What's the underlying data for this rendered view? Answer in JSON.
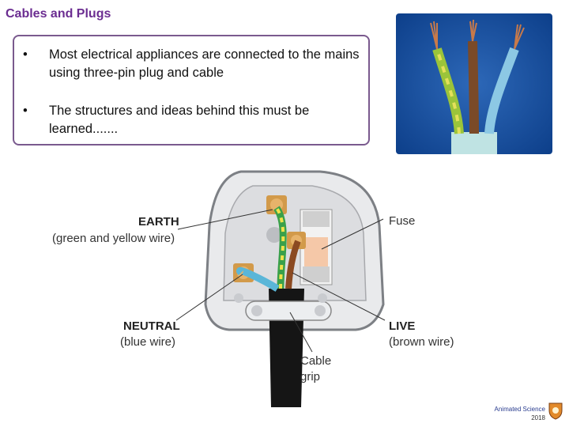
{
  "page": {
    "title": "Cables and Plugs"
  },
  "bullets": [
    {
      "marker": "•",
      "text": "Most electrical appliances are connected to the mains using three-pin plug and cable"
    },
    {
      "marker": "•",
      "text": "The structures and ideas behind this must be learned......."
    }
  ],
  "diagram": {
    "earth_title": "EARTH",
    "earth_sub": "(green and yellow wire)",
    "fuse": "Fuse",
    "neutral_title": "NEUTRAL",
    "neutral_sub": "(blue wire)",
    "live_title": "LIVE",
    "live_sub": "(brown wire)",
    "grip_1": "Cable",
    "grip_2": "grip"
  },
  "footer": {
    "line1": "Animated Science",
    "line2": "2018"
  },
  "colors": {
    "title": "#6b2d91",
    "box_border": "#7a5a8e",
    "brown": "#8b4a22",
    "blue": "#5ab6d8",
    "green_yellow": "#c8d646"
  }
}
